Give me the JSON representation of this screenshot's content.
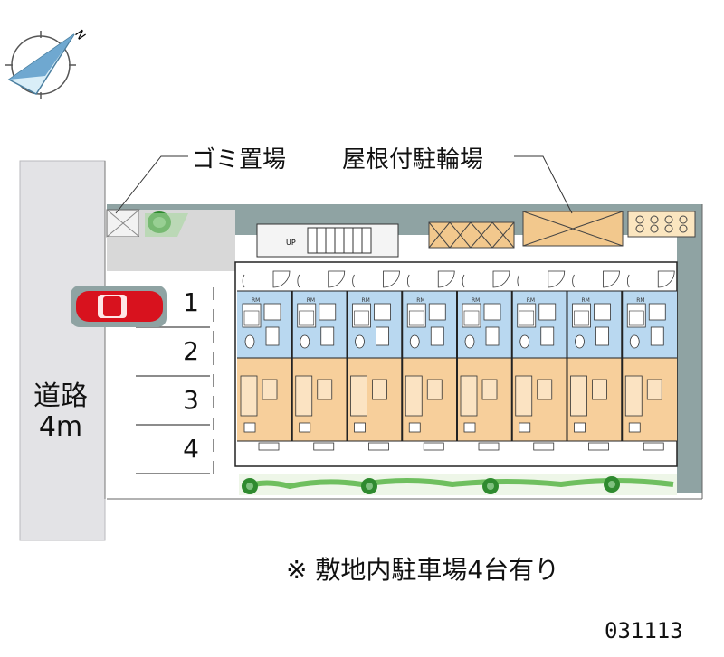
{
  "labels": {
    "garbage": "ゴミ置場",
    "bike_parking": "屋根付駐輪場",
    "road_line1": "道路",
    "road_line2": "4m",
    "note": "※ 敷地内駐車場4台有り",
    "code": "031113",
    "stairs": "UP"
  },
  "parking_spaces": [
    "1",
    "2",
    "3",
    "4"
  ],
  "units": [
    {
      "room": "RM"
    },
    {
      "room": "RM"
    },
    {
      "room": "RM"
    },
    {
      "room": "RM"
    },
    {
      "room": "RM"
    },
    {
      "room": "RM"
    },
    {
      "room": "RM"
    },
    {
      "room": "RM"
    }
  ],
  "colors": {
    "road": "#e3e3e6",
    "site_border": "#8fa3a3",
    "building_outline": "#222222",
    "wet_area": "#b9d8f0",
    "living_area": "#f7cf9b",
    "car": "#d8121e",
    "tree": "#2f8a2f",
    "bike_area": "#f2c88d"
  },
  "icons": [
    "compass-icon",
    "north-arrow-icon",
    "car-icon",
    "tree-icon"
  ]
}
